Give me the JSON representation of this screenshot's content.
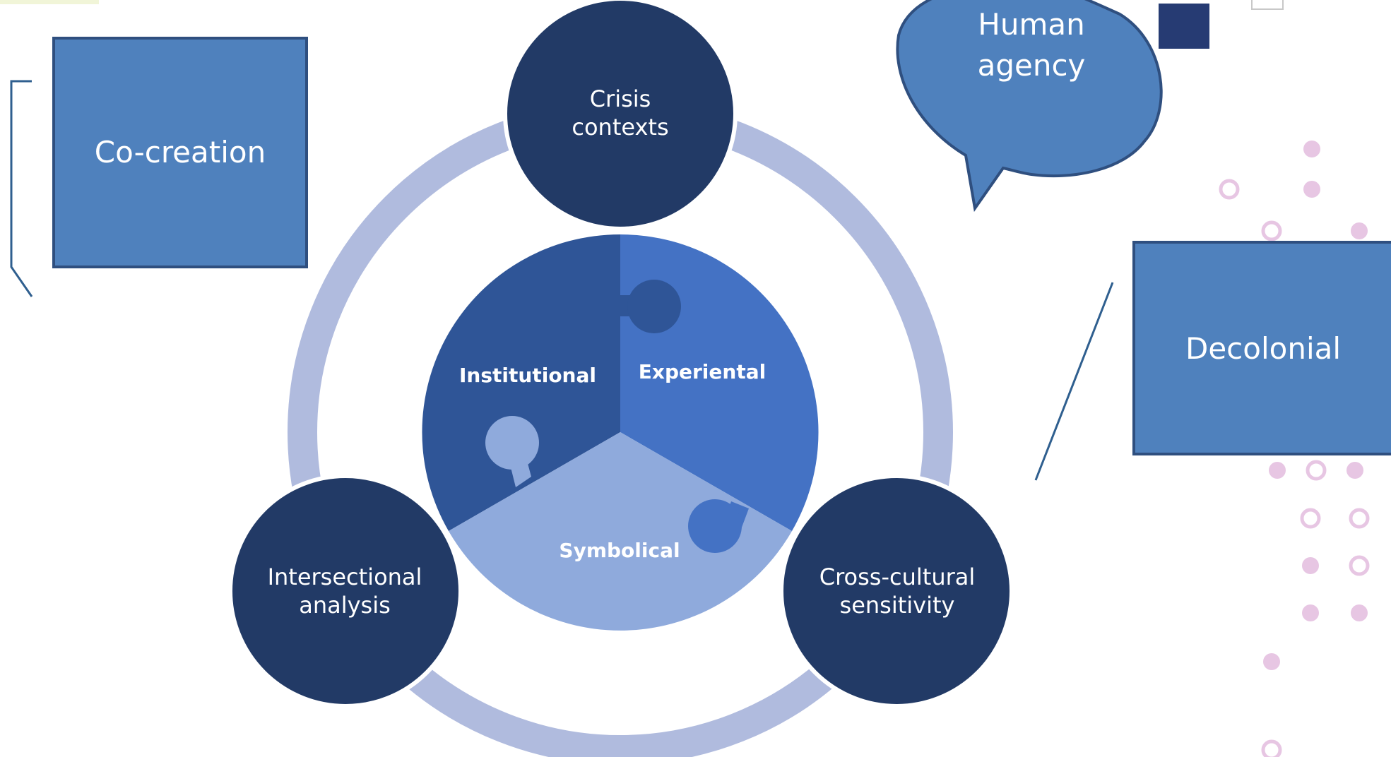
{
  "colors": {
    "ring": "#B0BBDE",
    "node_dark": "#223A66",
    "piece_institutional": "#2F5597",
    "piece_experiental": "#4472C4",
    "piece_symbolical": "#8FAADC",
    "box_fill": "#4F81BD",
    "box_border": "#2F4F7F",
    "callout_fill": "#4F81BD",
    "navy_block": "#263B73",
    "dot_pink": "#E7C6E3",
    "connector": "#2F5F8F"
  },
  "puzzle": {
    "institutional": "Institutional",
    "experiental": "Experiental",
    "symbolical": "Symbolical"
  },
  "nodes": {
    "crisis": [
      "Crisis",
      "contexts"
    ],
    "intersectional": [
      "Intersectional",
      "analysis"
    ],
    "crosscultural": [
      "Cross-cultural",
      "sensitivity"
    ]
  },
  "annotations": {
    "cocreation": "Co-creation",
    "human_agency": [
      "Human",
      "agency"
    ],
    "decolonial": "Decolonial"
  }
}
